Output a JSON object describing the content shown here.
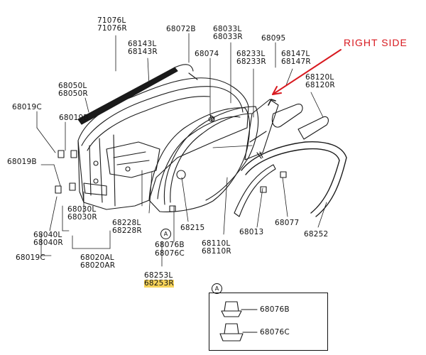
{
  "annotation": {
    "right_side": "RIGHT SIDE",
    "color": "#d8191f"
  },
  "highlight_color": "#f6d35a",
  "marker": "A",
  "parts": {
    "p71076": [
      "71076L",
      "71076R"
    ],
    "p68072": "68072B",
    "p68033": [
      "68033L",
      "68033R"
    ],
    "p68095": "68095",
    "p68143": [
      "68143L",
      "68143R"
    ],
    "p68074": "68074",
    "p68233": [
      "68233L",
      "68233R"
    ],
    "p68147": [
      "68147L",
      "68147R"
    ],
    "p68120": [
      "68120L",
      "68120R"
    ],
    "p68050": [
      "68050L",
      "68050R"
    ],
    "p68019c_top": "68019C",
    "p68019b_mid": "68019B",
    "p68019b_left": "68019B",
    "p68030": [
      "68030L",
      "68030R"
    ],
    "p68040": [
      "68040L",
      "68040R"
    ],
    "p68019c_bot": "68019C",
    "p68228": [
      "68228L",
      "68228R"
    ],
    "p68215": "68215",
    "p68076b": "68076B",
    "p68076c": "68076C",
    "p68110": [
      "68110L",
      "68110R"
    ],
    "p68013": "68013",
    "p68077": "68077",
    "p68252": "68252",
    "p68020": [
      "68020AL",
      "68020AR"
    ],
    "p68253": [
      "68253L",
      "68253R"
    ]
  },
  "inset": {
    "marker": "A",
    "items": [
      "68076B",
      "68076C"
    ]
  }
}
